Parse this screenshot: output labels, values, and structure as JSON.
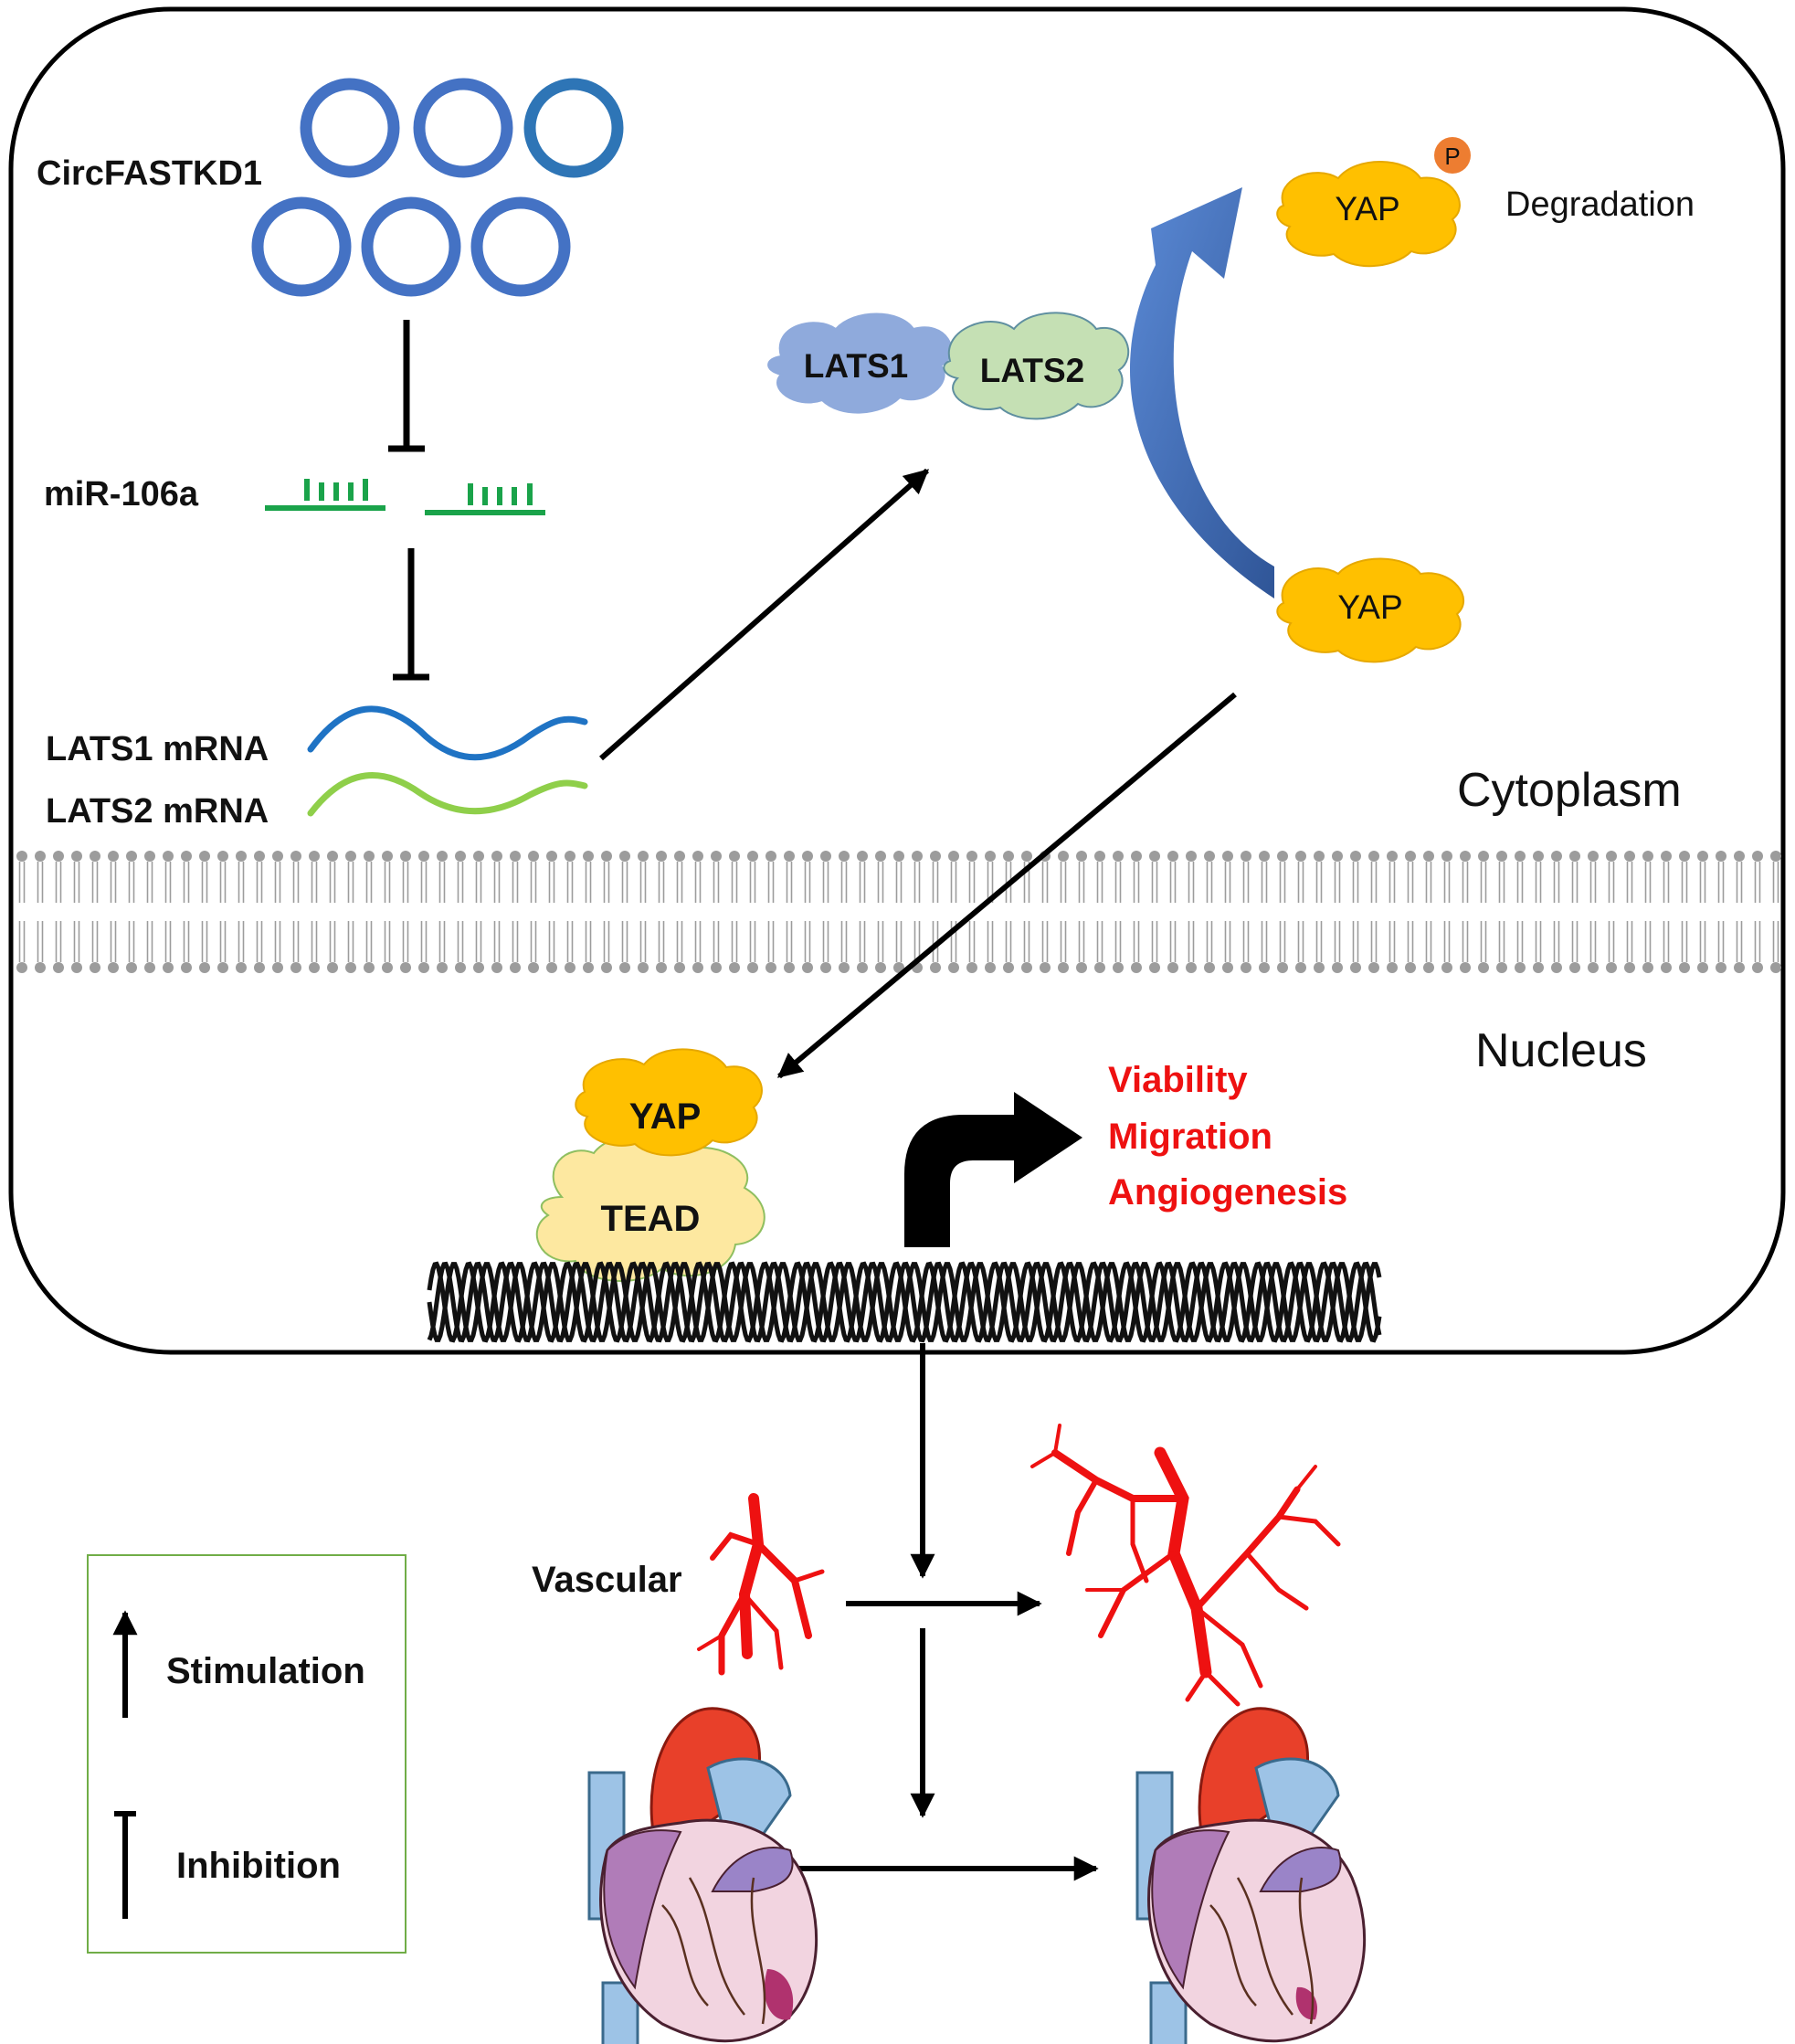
{
  "labels": {
    "circ": "CircFASTKD1",
    "mir": "miR-106a",
    "lats1_mrna": "LATS1 mRNA",
    "lats2_mrna": "LATS2 mRNA",
    "lats1": "LATS1",
    "lats2": "LATS2",
    "yap_p": "YAP",
    "phospho": "P",
    "degradation": "Degradation",
    "yap_cyto": "YAP",
    "cytoplasm": "Cytoplasm",
    "nucleus": "Nucleus",
    "yap_nuc": "YAP",
    "tead": "TEAD",
    "outcome1": "Viability",
    "outcome2": "Migration",
    "outcome3": "Angiogenesis",
    "vascular": "Vascular"
  },
  "legend": {
    "stimulation": "Stimulation",
    "inhibition": "Inhibition"
  },
  "colors": {
    "circ": "#4472c4",
    "mir": "#1aa34a",
    "lats1_mrna": "#1f73c4",
    "lats2_mrna": "#8fcf4a",
    "lats1": "#8faadc",
    "lats2": "#c5e0b4",
    "yap": "#ffc000",
    "tead": "#fde8a0",
    "phospho": "#ed7d31",
    "outcome": "#ee1111",
    "vessel": "#ee1111",
    "legend_border": "#70ad47"
  }
}
